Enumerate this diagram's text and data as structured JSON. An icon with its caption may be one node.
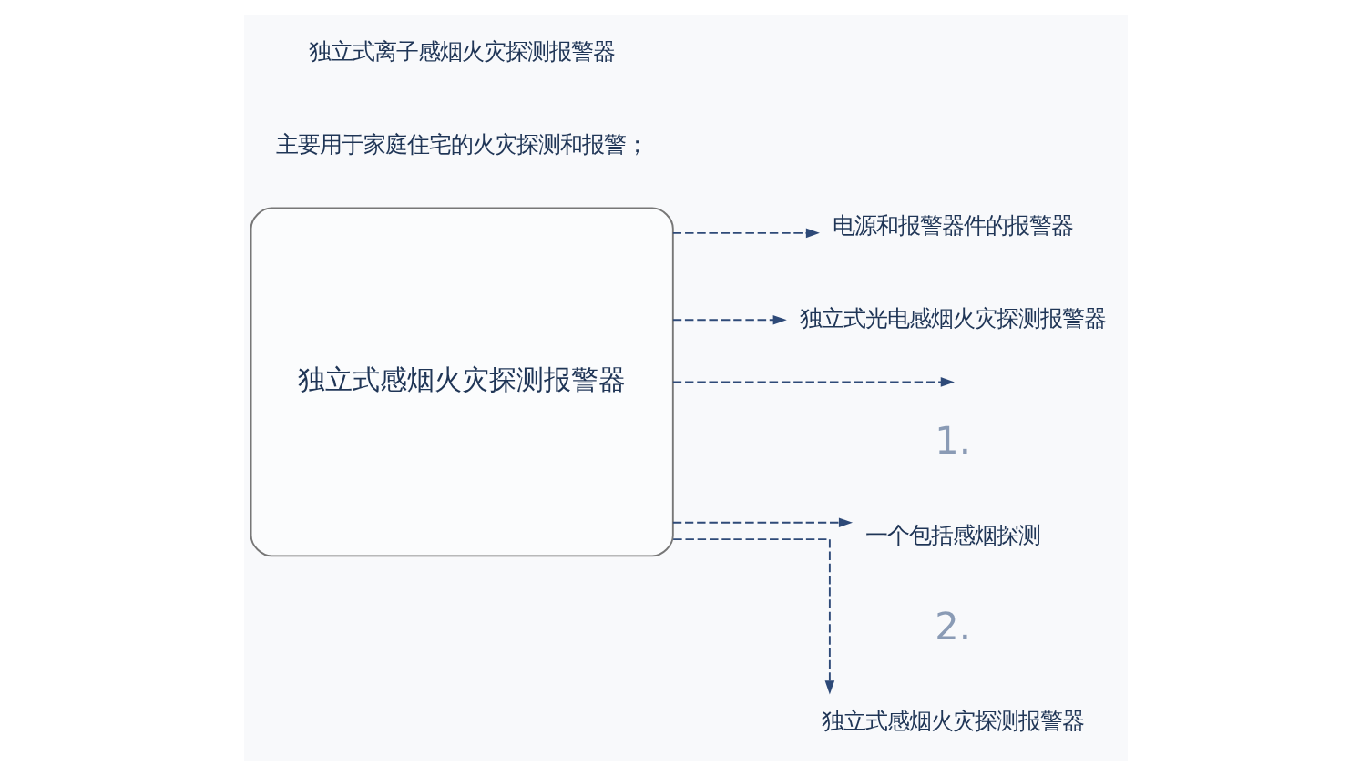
{
  "diagram": {
    "nodes": [
      {
        "text": [
          "独立式感烟火灾探测报警器"
        ]
      },
      {
        "text": [
          "一个包括感烟探测"
        ]
      },
      {
        "text": [
          "电源和报警器件的报警器"
        ]
      },
      {
        "text": [
          "主要用于家庭住宅的火灾探测和报警；"
        ]
      },
      {
        "text": [
          "独立式感烟火灾探测报警器"
        ]
      },
      {
        "text": [
          "独立式光电感烟火灾探测报警器"
        ]
      },
      {
        "text": [
          "独立式离子感烟火灾探测报警器"
        ]
      }
    ],
    "edges": [
      {
        "from": 0,
        "to": 1,
        "arrow": "to",
        "style": "dashed"
      },
      {
        "from": 0,
        "to": 2,
        "arrow": "to",
        "style": "dashed"
      },
      {
        "from": 0,
        "to": 4,
        "arrow": "to",
        "style": "dashed"
      },
      {
        "from": 0,
        "to": 5,
        "arrow": "to",
        "style": "dashed"
      },
      {
        "from": 0,
        "to": null,
        "arrow": "to",
        "style": "dashed"
      }
    ],
    "labels": [
      "1.",
      "2."
    ]
  }
}
